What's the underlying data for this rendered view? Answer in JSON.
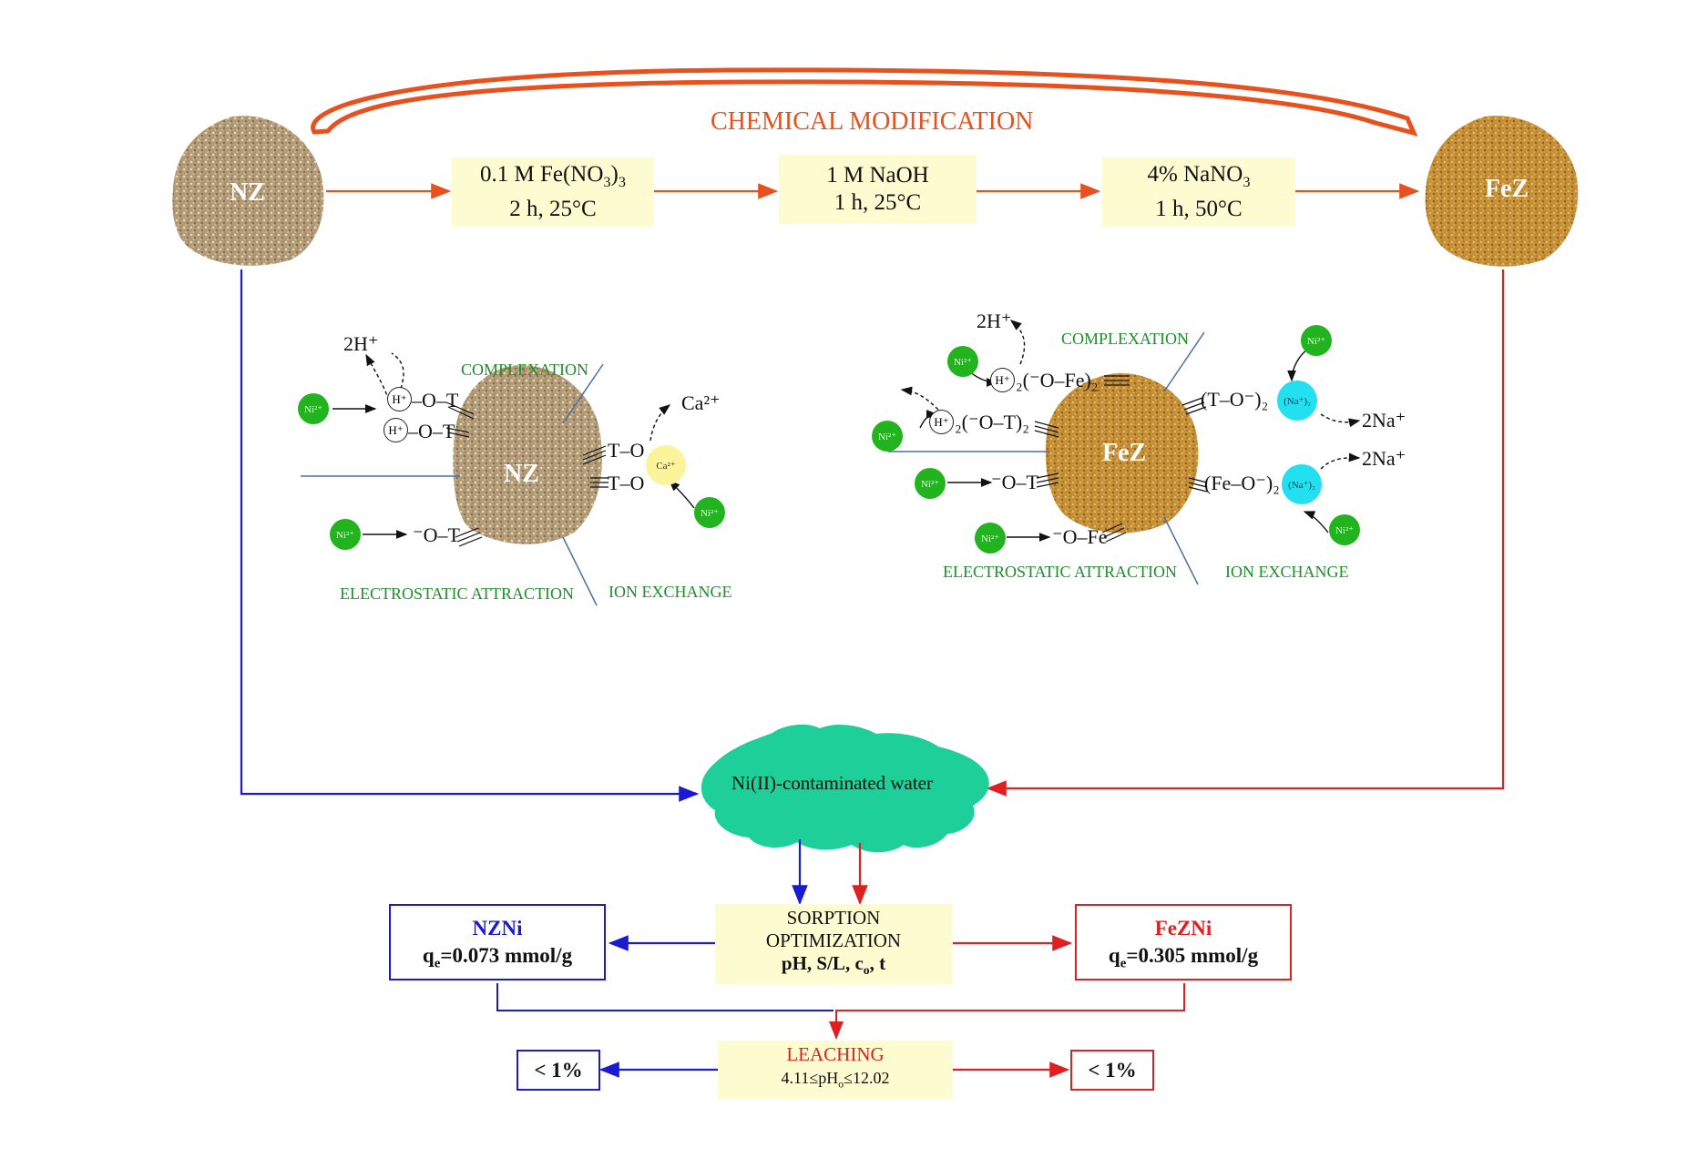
{
  "title": "CHEMICAL MODIFICATION",
  "materials": {
    "natural": "NZ",
    "modified": "FeZ"
  },
  "colors": {
    "modification": "#e8501e",
    "nz_path": "#1a1ad0",
    "fez_path": "#e02020",
    "box_fill": "#fdfbd0",
    "label_green": "#1e8f2a",
    "water": "#1fcf9a",
    "nz_pile": "#b79e78",
    "fez_pile": "#c8963a"
  },
  "steps": [
    {
      "reagent_a": "0.1 M Fe(NO",
      "reagent_sub1": "3",
      "reagent_b": ")",
      "reagent_sub2": "3",
      "conditions": "2 h, 25°C"
    },
    {
      "reagent": "1 M NaOH",
      "conditions": "1 h, 25°C"
    },
    {
      "reagent_a": "4% NaNO",
      "reagent_sub": "3",
      "conditions": "1 h, 50°C"
    }
  ],
  "mechanisms": {
    "complexation": "COMPLEXATION",
    "electrostatic": "ELECTROSTATIC ATTRACTION",
    "ion_exchange": "ION  EXCHANGE"
  },
  "species": {
    "ni_ion": "Ni²⁺",
    "ca_ion": "Ca²⁺",
    "na_complex": "(Na⁺)₂",
    "h_ion": "H⁺"
  },
  "nz_mech": {
    "two_h": "2H⁺",
    "h_o_t": "–O–T",
    "t_o": "T–O",
    "o_t": "⁻O–T",
    "ca_released": "Ca²⁺"
  },
  "fez_mech": {
    "two_h": "2H⁺",
    "h2_o_fe2": "₂(⁻O–Fe)₂",
    "h2_o_t2": "₂(⁻O–T)₂",
    "t_o_na": "(T–O⁻)₂",
    "fe_o_na": "(Fe–O⁻)₂",
    "o_t": "⁻O–T",
    "o_fe": "⁻O–Fe",
    "na_released": "2Na⁺"
  },
  "water": "Ni(II)-contaminated water",
  "sorption": {
    "line1": "SORPTION",
    "line2": "OPTIMIZATION",
    "params_a": "pH, S/L, c",
    "params_sub": "o",
    "params_b": ", t"
  },
  "results": {
    "nz": {
      "name": "NZNi",
      "q_a": "q",
      "q_sub": "e",
      "q_b": "=0.073 mmol/g"
    },
    "fez": {
      "name": "FeZNi",
      "q_a": "q",
      "q_sub": "e",
      "q_b": "=0.305 mmol/g"
    }
  },
  "leaching": {
    "title": "LEACHING",
    "range_a": "4.11≤pH",
    "range_sub": "o",
    "range_b": "≤12.02",
    "nz_value": "< 1%",
    "fez_value": "< 1%"
  }
}
